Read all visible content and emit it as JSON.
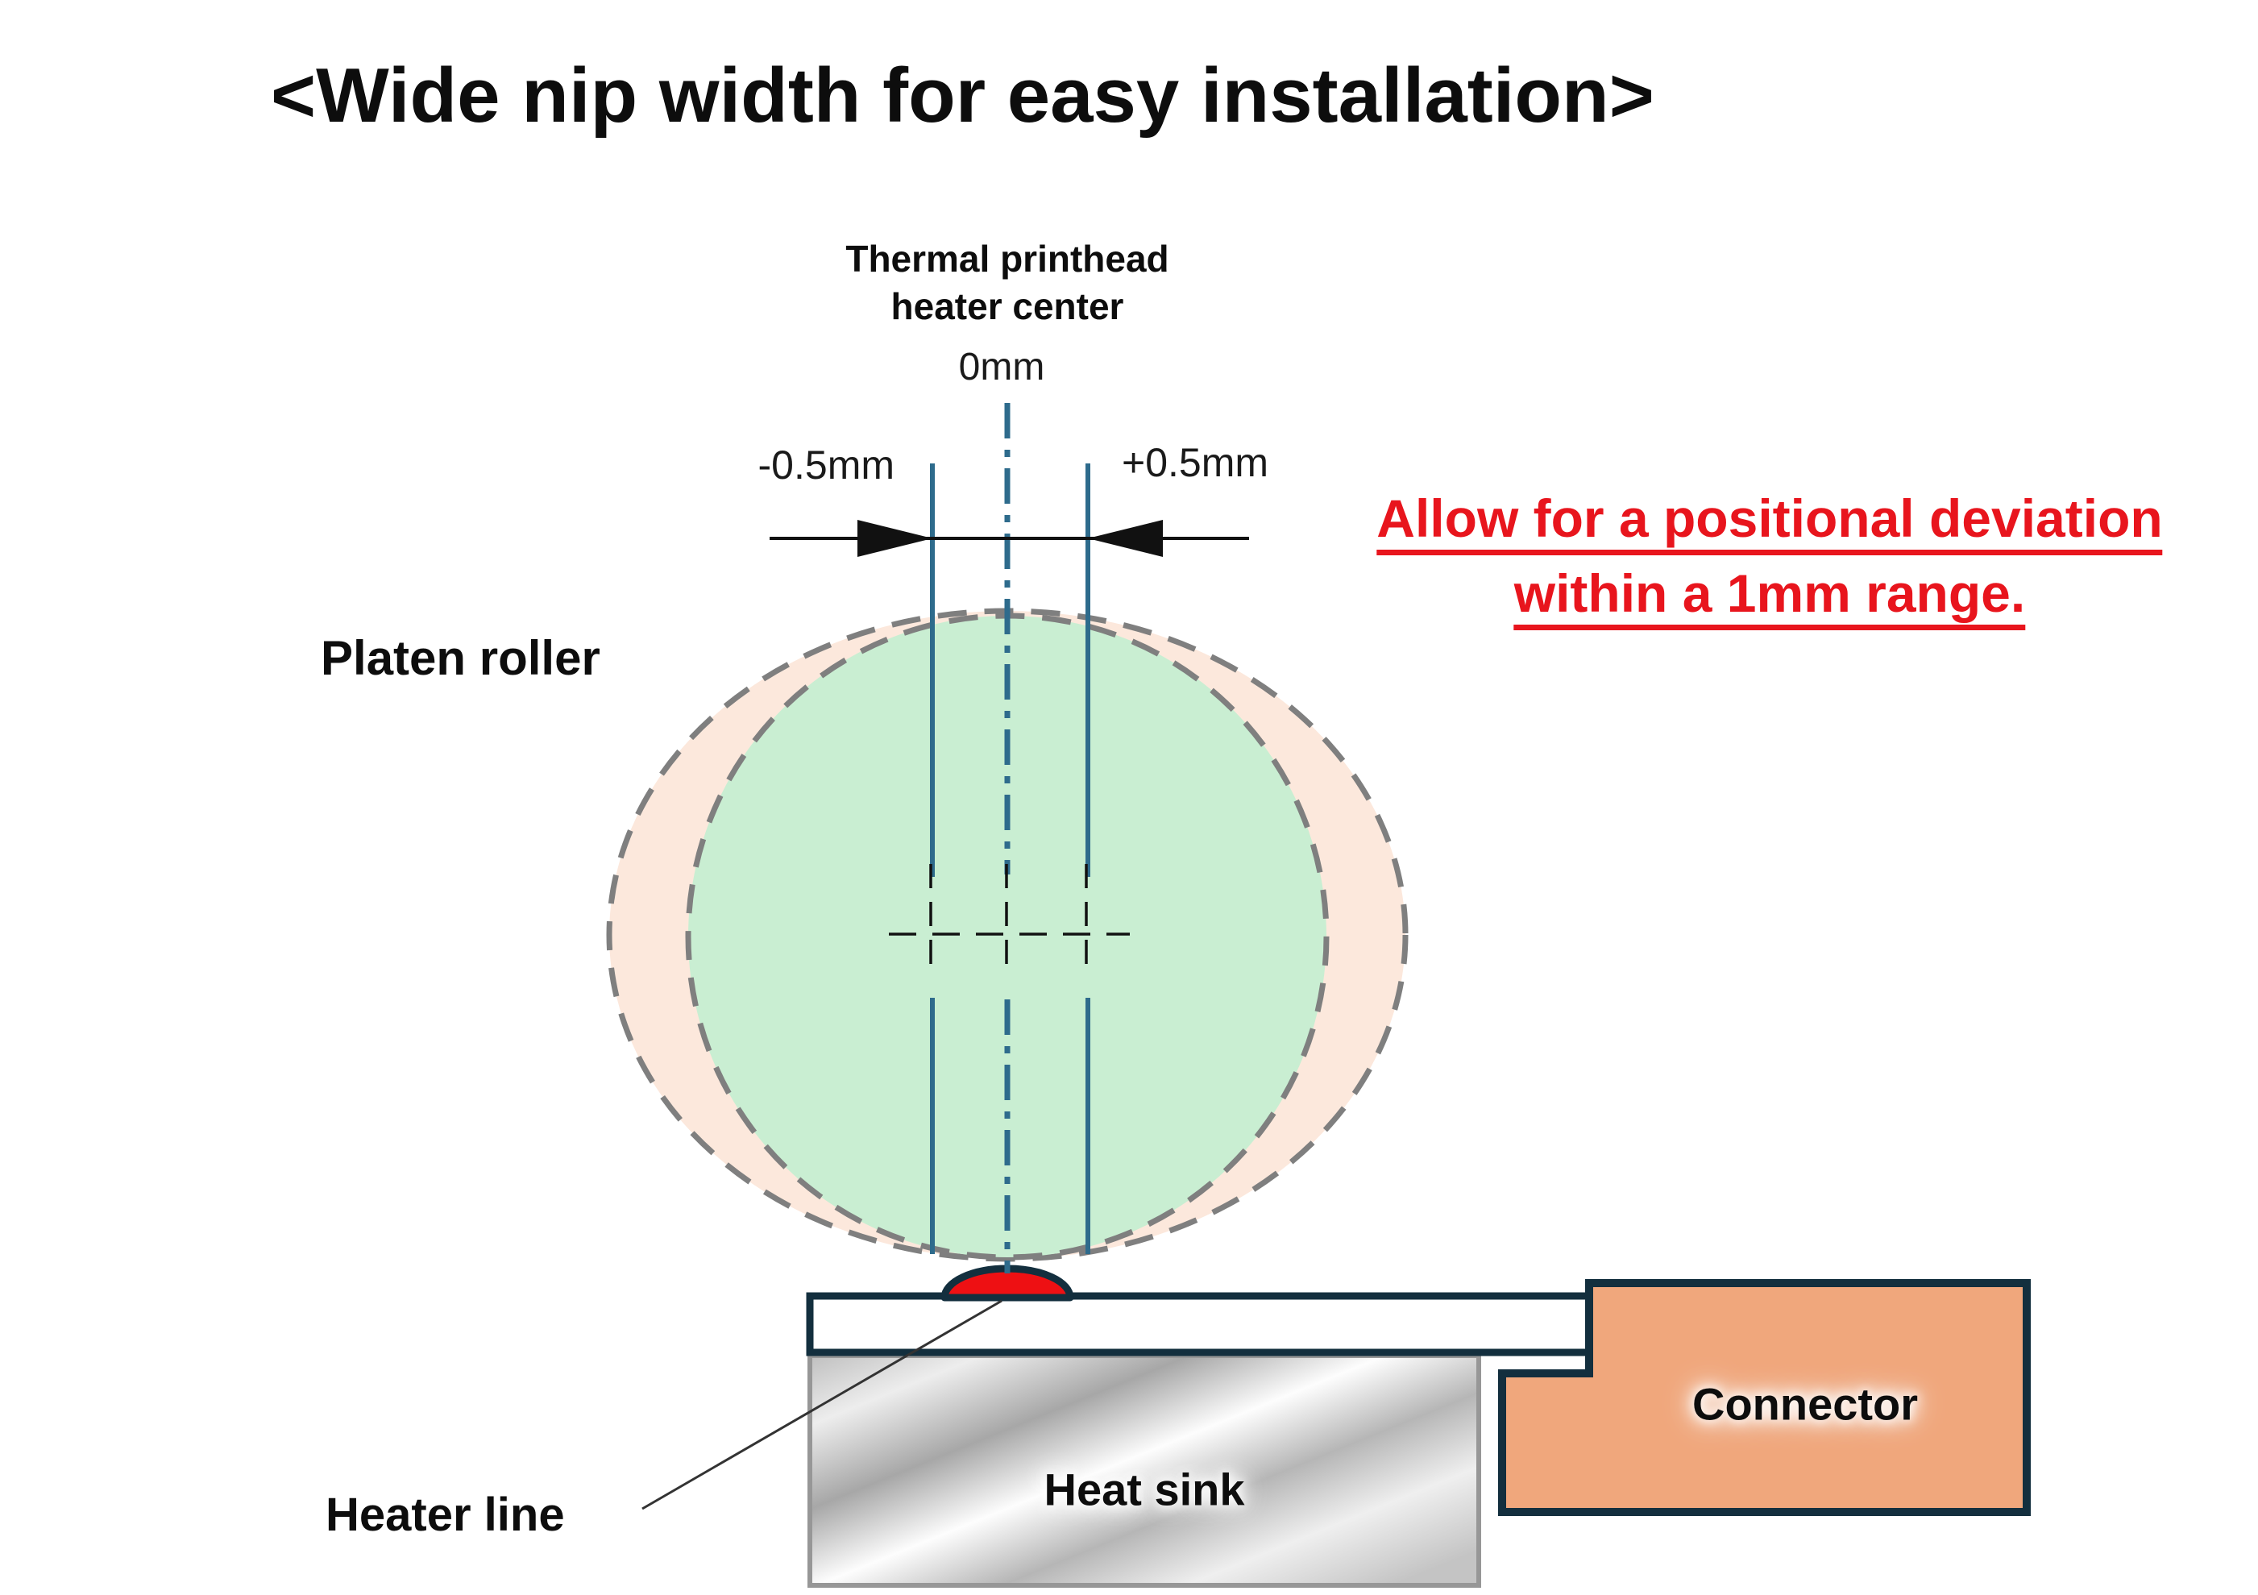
{
  "title": "<Wide nip width for easy installation>",
  "annotations": {
    "printhead_center": {
      "line1": "Thermal printhead",
      "line2": "heater center"
    },
    "zero_mark": "0mm",
    "minus_mark": "-0.5mm",
    "plus_mark": "+0.5mm",
    "note": {
      "line1": "Allow for a positional deviation",
      "line2": "within a 1mm range."
    }
  },
  "parts": {
    "platen_roller": "Platen roller",
    "heater_line": "Heater line",
    "heat_sink": "Heat sink",
    "connector": "Connector"
  },
  "colors": {
    "roller_fill": "#c9eed2",
    "deviation_sweep_fill": "#fce8dc",
    "dashed_outline_gray": "#7f7f7f",
    "guide_line_blue": "#2e6b8c",
    "part_outline_navy": "#132f3e",
    "heater_red": "#ee1013",
    "connector_fill": "#f0a77c",
    "note_red": "#e8151d",
    "dimension_black": "#111111",
    "heat_sink_border": "#979797",
    "leader_line": "#333333"
  }
}
